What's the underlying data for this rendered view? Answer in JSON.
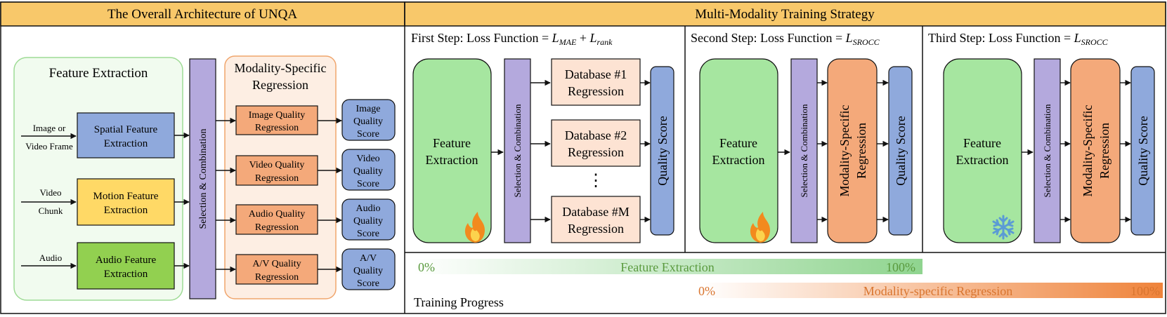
{
  "left_panel": {
    "title": "The Overall Architecture of UNQA",
    "feature_extraction": {
      "title": "Feature Extraction",
      "inputs": [
        {
          "line1": "Image or",
          "line2": "Video Frame"
        },
        {
          "line1": "Video",
          "line2": "Chunk"
        },
        {
          "line1": "Audio",
          "line2": ""
        }
      ],
      "extractors": [
        {
          "line1": "Spatial Feature",
          "line2": "Extraction",
          "color": "#8fa9dc"
        },
        {
          "line1": "Motion Feature",
          "line2": "Extraction",
          "color": "#ffd966"
        },
        {
          "line1": "Audio Feature",
          "line2": "Extraction",
          "color": "#92d050"
        }
      ]
    },
    "selection_label": "Selection & Combination",
    "regression": {
      "title_line1": "Modality-Specific",
      "title_line2": "Regression",
      "items": [
        {
          "line1": "Image Quality",
          "line2": "Regression"
        },
        {
          "line1": "Video Quality",
          "line2": "Regression"
        },
        {
          "line1": "Audio Quality",
          "line2": "Regression"
        },
        {
          "line1": "A/V Quality",
          "line2": "Regression"
        }
      ]
    },
    "scores": [
      {
        "line1": "Image",
        "line2": "Quality",
        "line3": "Score"
      },
      {
        "line1": "Video",
        "line2": "Quality",
        "line3": "Score"
      },
      {
        "line1": "Audio",
        "line2": "Quality",
        "line3": "Score"
      },
      {
        "line1": "A/V",
        "line2": "Quality",
        "line3": "Score"
      }
    ]
  },
  "right_panel": {
    "title": "Multi-Modality Training Strategy",
    "steps": [
      {
        "prefix": "First Step:  Loss Function = ",
        "loss": "L_MAE + L_rank",
        "icon": "flame-icon"
      },
      {
        "prefix": "Second Step:  Loss Function = ",
        "loss": "L_SROCC",
        "icon": "flame-icon"
      },
      {
        "prefix": "Third Step:  Loss Function = ",
        "loss": "L_SROCC",
        "icon": "snowflake-icon"
      }
    ],
    "feature_extraction_line1": "Feature",
    "feature_extraction_line2": "Extraction",
    "selection_label": "Selection & Combination",
    "databases": [
      {
        "line1": "Database #1",
        "line2": "Regression"
      },
      {
        "line1": "Database #2",
        "line2": "Regression"
      },
      {
        "line1": "Database #M",
        "line2": "Regression"
      }
    ],
    "ellipsis": "⋮",
    "modality_regression_line1": "Modality-Specific",
    "modality_regression_line2": "Regression",
    "quality_score": "Quality Score",
    "progress": {
      "label": "Training Progress",
      "bars": [
        {
          "start": "0%",
          "name": "Feature Extraction",
          "end": "100%",
          "color": "#6ac66a"
        },
        {
          "start": "0%",
          "name": "Modality-specific Regression",
          "end": "100%",
          "color": "#ee7d31"
        }
      ]
    }
  }
}
